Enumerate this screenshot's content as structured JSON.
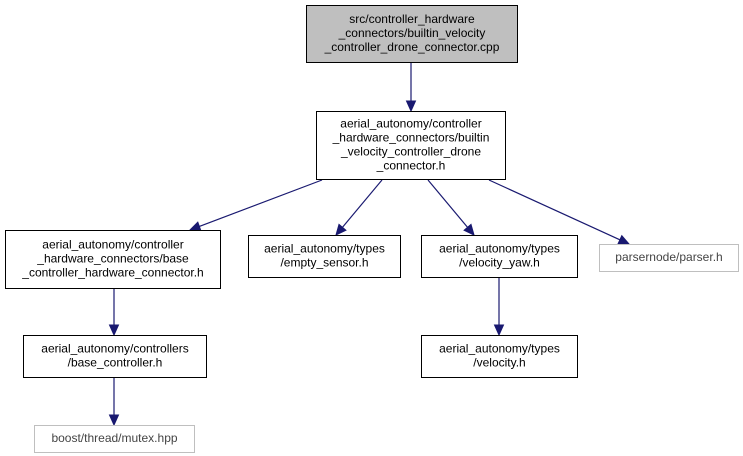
{
  "colors": {
    "edge": "#191970",
    "root_fill": "#bfbfbf",
    "node_border": "#000000",
    "external_border": "#bfbfbf"
  },
  "nodes": [
    {
      "id": "src_cpp",
      "lines": [
        "src/controller_hardware",
        "_connectors/builtin_velocity",
        "_controller_drone_connector.cpp"
      ]
    },
    {
      "id": "drone_h",
      "lines": [
        "aerial_autonomy/controller",
        "_hardware_connectors/builtin",
        "_velocity_controller_drone",
        "_connector.h"
      ]
    },
    {
      "id": "base_hw_h",
      "lines": [
        "aerial_autonomy/controller",
        "_hardware_connectors/base",
        "_controller_hardware_connector.h"
      ]
    },
    {
      "id": "empty_sensor_h",
      "lines": [
        "aerial_autonomy/types",
        "/empty_sensor.h"
      ]
    },
    {
      "id": "velocity_yaw_h",
      "lines": [
        "aerial_autonomy/types",
        "/velocity_yaw.h"
      ]
    },
    {
      "id": "parser_h",
      "lines": [
        "parsernode/parser.h"
      ]
    },
    {
      "id": "base_controller_h",
      "lines": [
        "aerial_autonomy/controllers",
        "/base_controller.h"
      ]
    },
    {
      "id": "velocity_h",
      "lines": [
        "aerial_autonomy/types",
        "/velocity.h"
      ]
    },
    {
      "id": "mutex_hpp",
      "lines": [
        "boost/thread/mutex.hpp"
      ]
    }
  ],
  "edges": [
    {
      "from": "src_cpp",
      "to": "drone_h"
    },
    {
      "from": "drone_h",
      "to": "base_hw_h"
    },
    {
      "from": "drone_h",
      "to": "empty_sensor_h"
    },
    {
      "from": "drone_h",
      "to": "velocity_yaw_h"
    },
    {
      "from": "drone_h",
      "to": "parser_h"
    },
    {
      "from": "base_hw_h",
      "to": "base_controller_h"
    },
    {
      "from": "velocity_yaw_h",
      "to": "velocity_h"
    },
    {
      "from": "base_controller_h",
      "to": "mutex_hpp"
    }
  ]
}
